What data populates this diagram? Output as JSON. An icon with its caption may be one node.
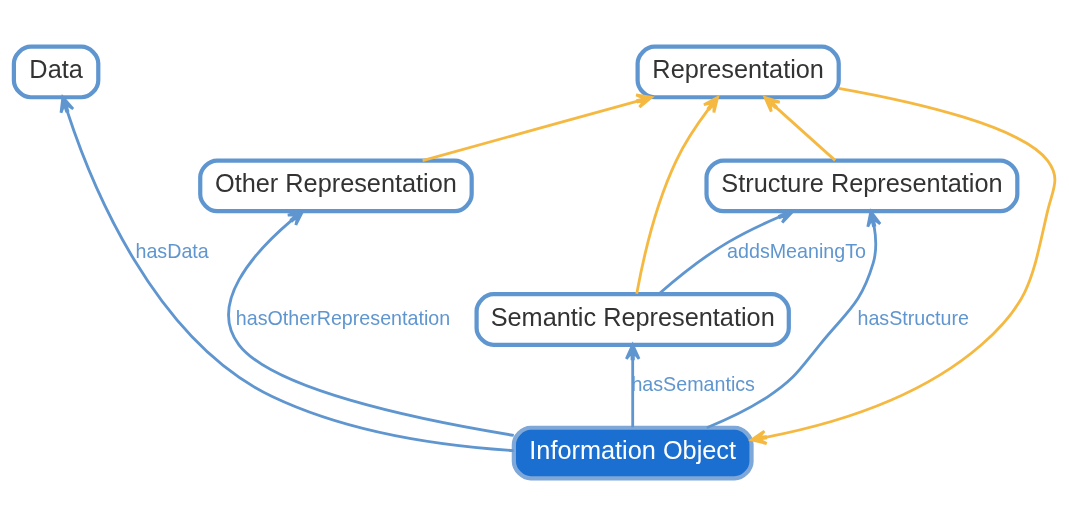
{
  "diagram": {
    "nodes": [
      {
        "text": [
          "Data"
        ]
      },
      {
        "text": [
          "Representation"
        ]
      },
      {
        "text": [
          "Structure Representation"
        ]
      },
      {
        "text": [
          "Other Representation"
        ]
      },
      {
        "text": [
          "Semantic Representation"
        ]
      },
      {
        "text": [
          "Information Object"
        ]
      }
    ],
    "edges": [
      {
        "from": 5,
        "to": 0,
        "arrow": "to",
        "label": "hasData"
      },
      {
        "from": 2,
        "to": 1,
        "arrow": "to",
        "color": "#f5b942"
      },
      {
        "from": 4,
        "to": 1,
        "arrow": "to",
        "color": "#f5b942"
      },
      {
        "from": 3,
        "to": 1,
        "arrow": "to",
        "color": "#f5b942"
      },
      {
        "from": 1,
        "to": 5,
        "arrow": "to",
        "color": "#f5b942"
      },
      {
        "from": 5,
        "to": 2,
        "arrow": "to",
        "label": "hasStructure"
      },
      {
        "from": 4,
        "to": 2,
        "arrow": "to",
        "label": "addsMeaningTo"
      },
      {
        "from": 5,
        "to": 4,
        "arrow": "to",
        "label": "hasSemantics"
      },
      {
        "from": 5,
        "to": 3,
        "arrow": "to",
        "label": "hasOtherRepresentation"
      }
    ]
  }
}
